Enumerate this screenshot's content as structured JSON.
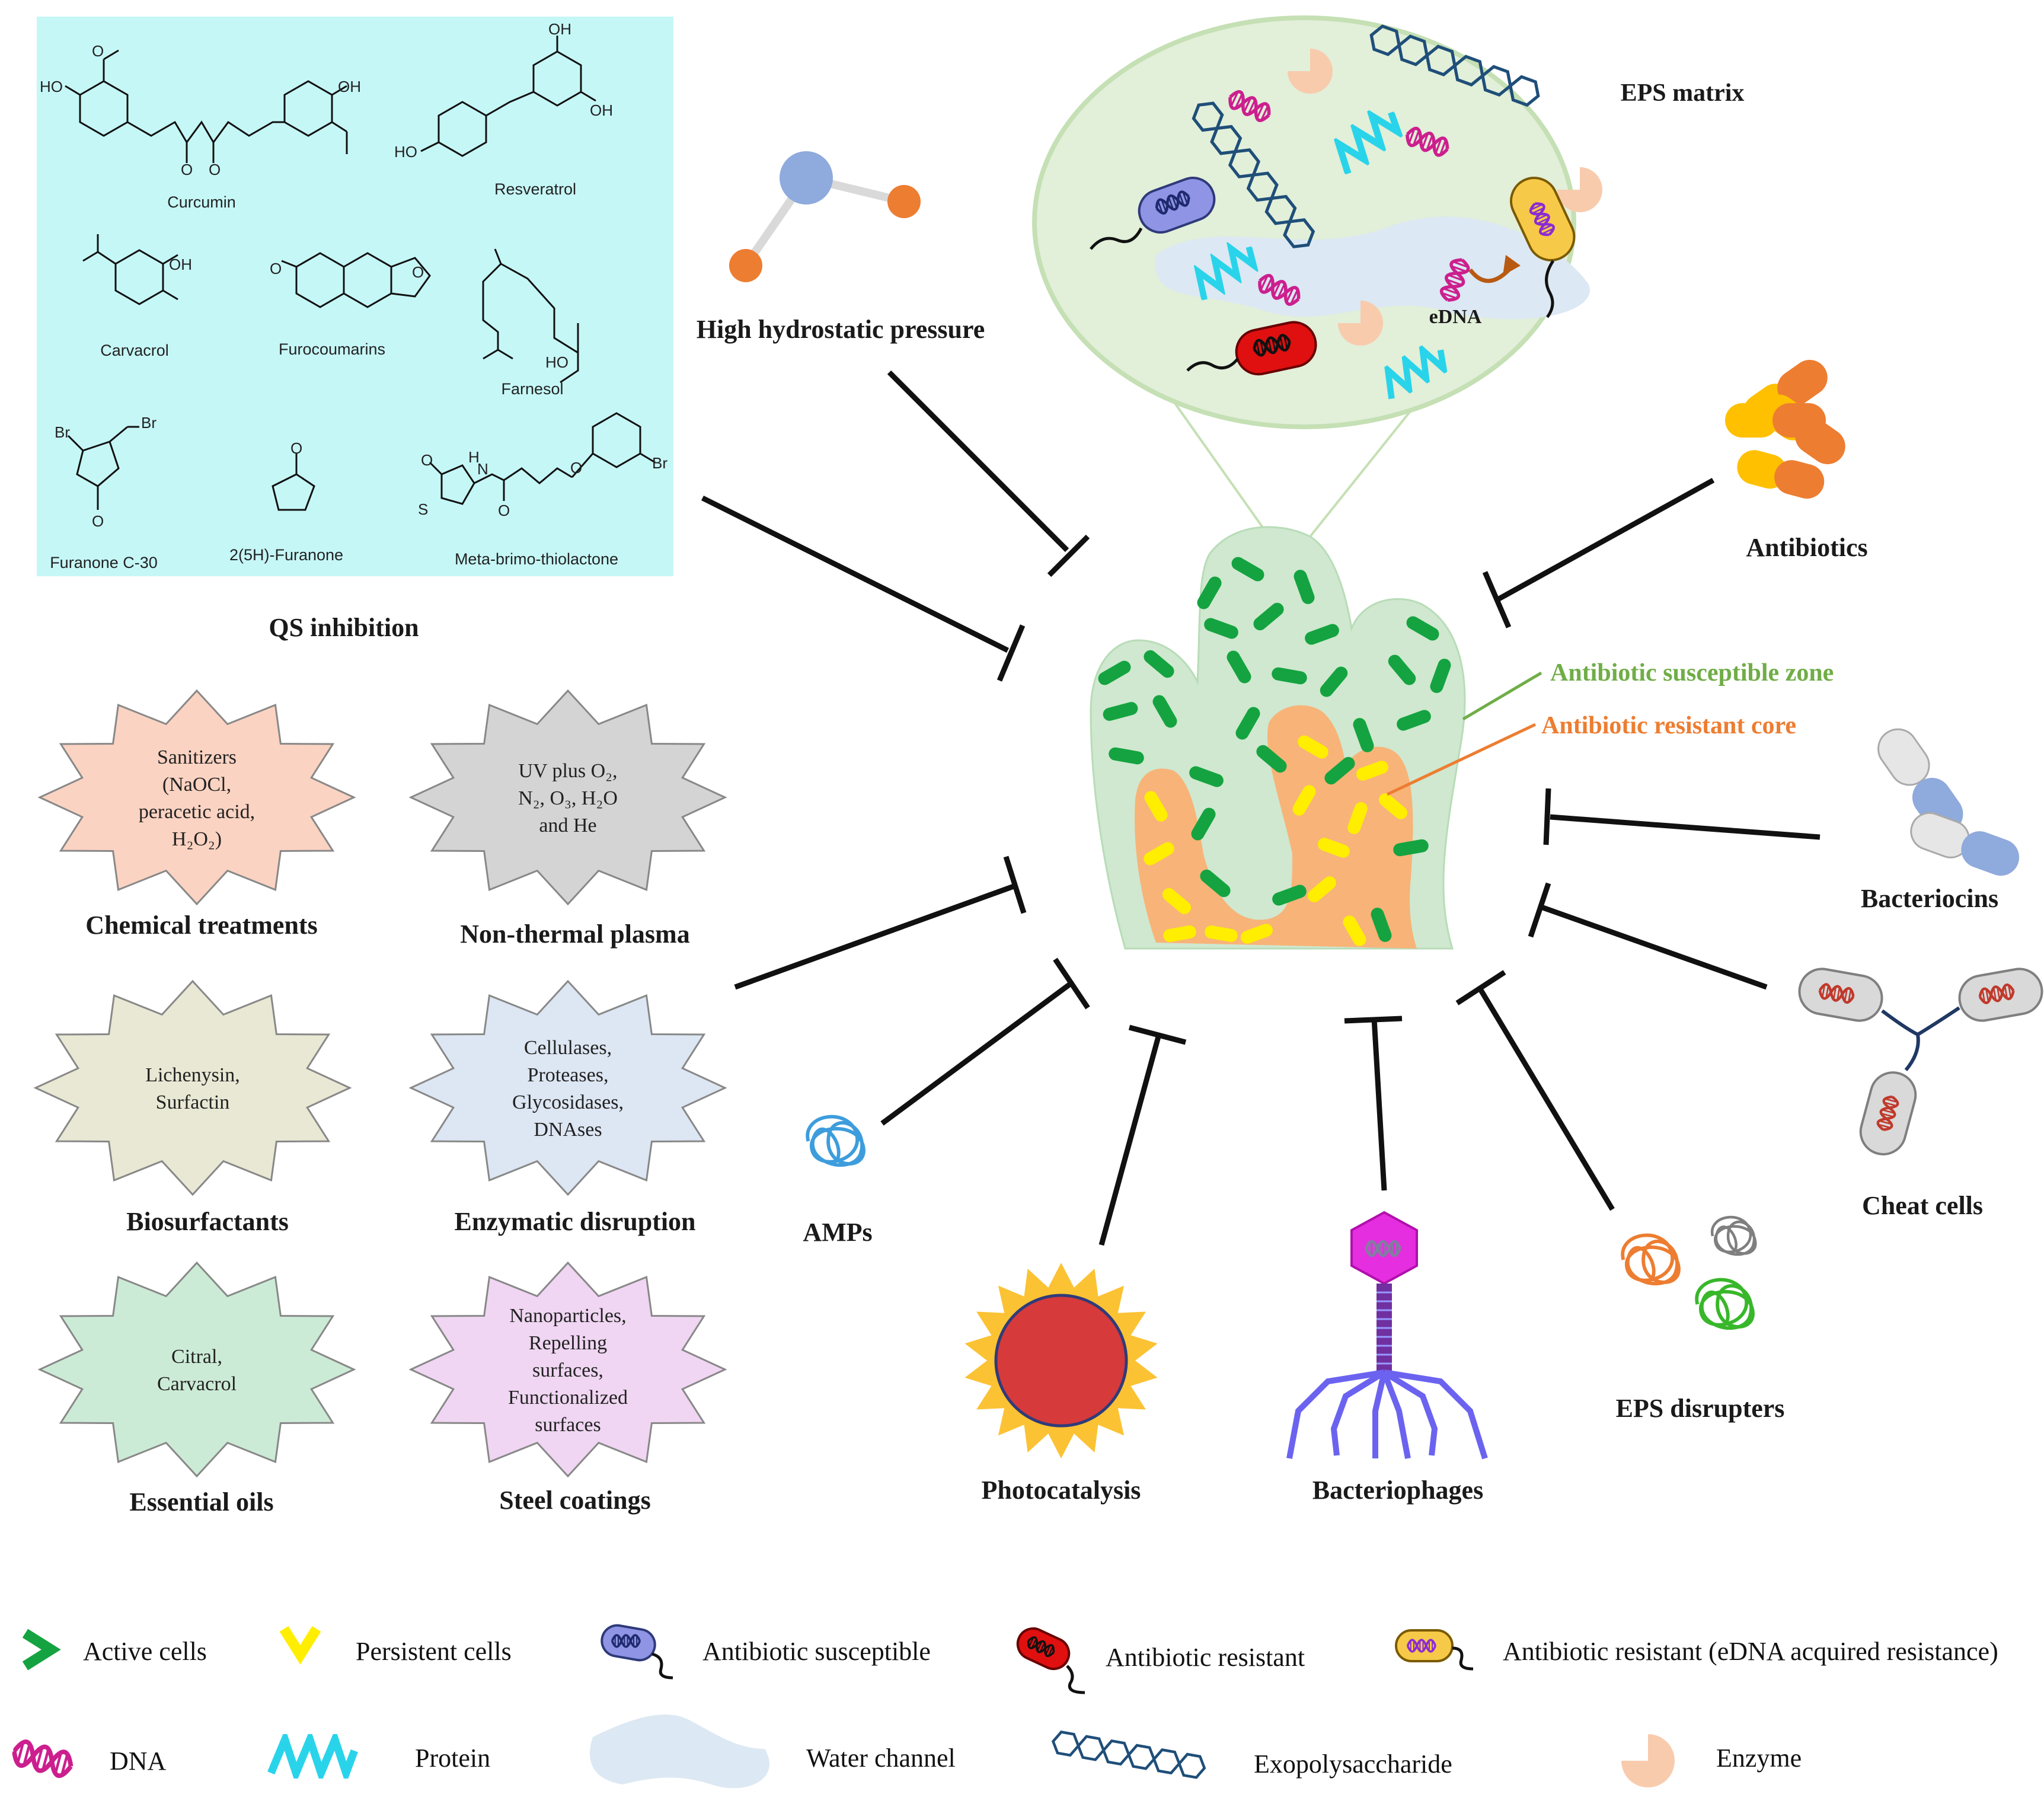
{
  "qs_box": {
    "title": "QS inhibition",
    "compounds": [
      "Curcumin",
      "Resveratrol",
      "Carvacrol",
      "Furocoumarins",
      "Farnesol",
      "Furanone C-30",
      "2(5H)-Furanone",
      "Meta-brimo-thiolactone"
    ],
    "atoms": {
      "ho": "HO",
      "oh": "OH",
      "o": "O",
      "br": "Br",
      "s": "S",
      "n": "N",
      "h": "H"
    }
  },
  "stars": [
    {
      "label": "Chemical treatments",
      "lines": [
        "Sanitizers",
        "(NaOCl,",
        "peracetic acid,",
        "H₂O₂)"
      ],
      "color": "#fbd3c2"
    },
    {
      "label": "Non-thermal plasma",
      "lines": [
        "UV plus O₂,",
        "N₂, O₃, H₂O",
        "and He"
      ],
      "color": "#d4d4d4"
    },
    {
      "label": "Biosurfactants",
      "lines": [
        "Lichenysin,",
        "Surfactin"
      ],
      "color": "#e8e8d4"
    },
    {
      "label": "Enzymatic disruption",
      "lines": [
        "Cellulases,",
        "Proteases,",
        "Glycosidases,",
        "DNAses"
      ],
      "color": "#dde6f3"
    },
    {
      "label": "Essential oils",
      "lines": [
        "Citral,",
        "Carvacrol"
      ],
      "color": "#ccebd6"
    },
    {
      "label": "Steel coatings",
      "lines": [
        "Nanoparticles,",
        "Repelling",
        "surfaces,",
        "Functionalized",
        "surfaces"
      ],
      "color": "#f0d6f2"
    }
  ],
  "labels": {
    "hhp": "High hydrostatic pressure",
    "eps_matrix": "EPS matrix",
    "edna": "eDNA",
    "antibiotics": "Antibiotics",
    "susceptible_zone": "Antibiotic susceptible zone",
    "resistant_core": "Antibiotic resistant core",
    "bacteriocins": "Bacteriocins",
    "cheat_cells": "Cheat cells",
    "eps_disrupters": "EPS disrupters",
    "bacteriophages": "Bacteriophages",
    "photocatalysis": "Photocatalysis",
    "amps": "AMPs"
  },
  "colors": {
    "susceptible_zone": "#70ad47",
    "resistant_core": "#ed7d31",
    "biofilm_outer": "#cfe8cf",
    "biofilm_core": "#f8b378",
    "active_cell": "#14a340",
    "persistent_cell": "#ffee00",
    "qs_bg": "#c6f7f7"
  },
  "legend": [
    {
      "icon": "active-cell-icon",
      "label": "Active cells"
    },
    {
      "icon": "persistent-cell-icon",
      "label": "Persistent cells"
    },
    {
      "icon": "susceptible-bacterium-icon",
      "label": "Antibiotic susceptible"
    },
    {
      "icon": "resistant-bacterium-icon",
      "label": "Antibiotic resistant"
    },
    {
      "icon": "edna-resistant-bacterium-icon",
      "label": "Antibiotic resistant (eDNA acquired resistance)"
    },
    {
      "icon": "dna-icon",
      "label": "DNA"
    },
    {
      "icon": "protein-icon",
      "label": "Protein"
    },
    {
      "icon": "water-channel-icon",
      "label": "Water channel"
    },
    {
      "icon": "exopolysaccharide-icon",
      "label": "Exopolysaccharide"
    },
    {
      "icon": "enzyme-icon",
      "label": "Enzyme"
    }
  ]
}
